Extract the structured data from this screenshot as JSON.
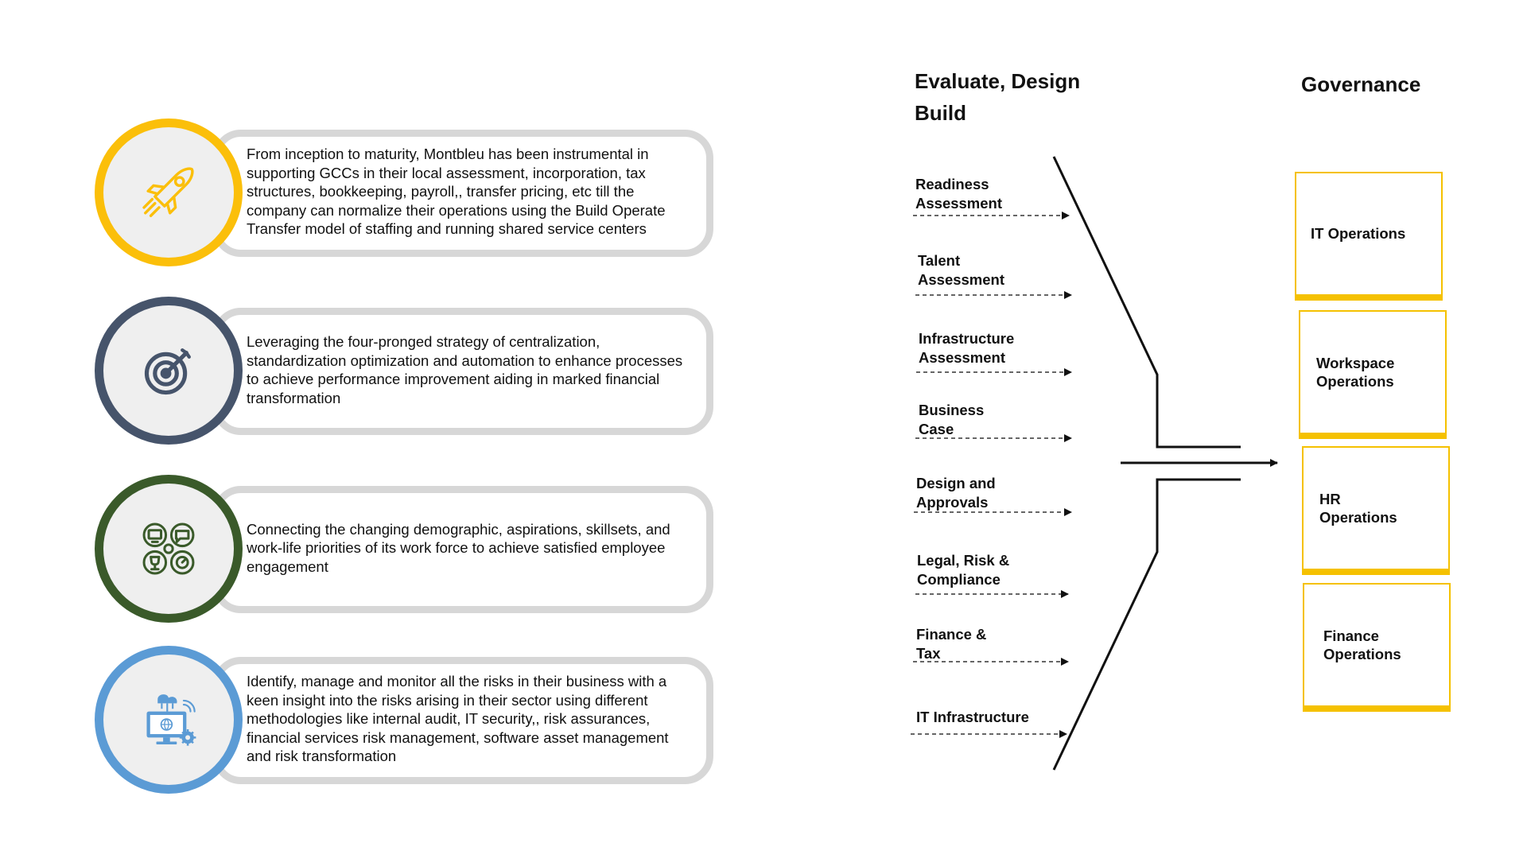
{
  "cards": [
    {
      "text": "From inception to maturity, Montbleu has been instrumental in supporting GCCs in their local assessment, incorporation, tax structures, bookkeeping, payroll,, transfer pricing, etc till the company can normalize their operations using the Build Operate Transfer model of staffing and running shared service centers",
      "icon": "rocket-icon",
      "color": "#fbbf0a"
    },
    {
      "text": "Leveraging the four-pronged strategy of centralization, standardization optimization and automation to enhance processes to achieve performance improvement aiding in marked financial transformation",
      "icon": "target-icon",
      "color": "#46546b"
    },
    {
      "text": "Connecting the changing demographic, aspirations, skillsets, and work-life priorities of its work force to achieve satisfied employee engagement",
      "icon": "engagement-icon",
      "color": "#3a5a2a"
    },
    {
      "text": "Identify, manage and monitor all the risks in their business with a keen insight into the risks arising in their sector using different methodologies like internal audit, IT security,, risk assurances, financial services risk management, software asset management and risk transformation",
      "icon": "risk-monitor-icon",
      "color": "#5b9bd5"
    }
  ],
  "headings": {
    "evaluate_line1": "Evaluate, Design",
    "evaluate_line2": "Build",
    "governance": "Governance"
  },
  "steps": [
    {
      "line1": "Readiness",
      "line2": "Assessment"
    },
    {
      "line1": "Talent",
      "line2": "Assessment"
    },
    {
      "line1": "Infrastructure",
      "line2": "Assessment"
    },
    {
      "line1": "Business",
      "line2": "Case"
    },
    {
      "line1": "Design and",
      "line2": "Approvals"
    },
    {
      "line1": "Legal, Risk &",
      "line2": "Compliance"
    },
    {
      "line1": "Finance &",
      "line2": "Tax"
    },
    {
      "line1": "IT Infrastructure",
      "line2": ""
    }
  ],
  "governance_boxes": [
    {
      "line1": "IT Operations",
      "line2": ""
    },
    {
      "line1": "Workspace",
      "line2": "Operations"
    },
    {
      "line1": "HR",
      "line2": "Operations"
    },
    {
      "line1": "Finance",
      "line2": "Operations"
    }
  ],
  "colors": {
    "yellow": "#fbbf0a",
    "slate": "#46546b",
    "green": "#3a5a2a",
    "blue": "#5b9bd5",
    "pill_border": "#d7d7d7",
    "governance_border": "#f5c100"
  }
}
